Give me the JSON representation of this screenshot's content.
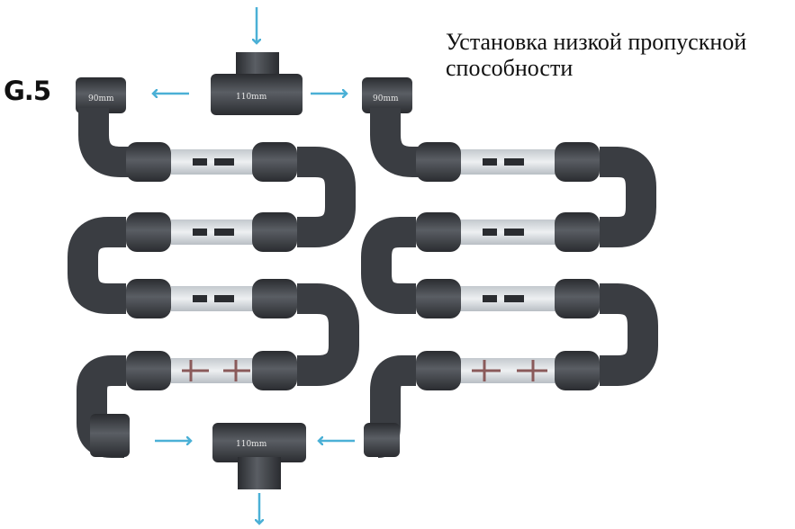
{
  "title": "Установка низкой пропускной способности",
  "figure_label": "G.5",
  "fittings": {
    "top_tee_label": "110mm",
    "bottom_tee_label": "110mm",
    "left_inlet_label": "90mm",
    "right_inlet_label": "90mm"
  },
  "colors": {
    "pipe": "#3a3d42",
    "pipe_dark": "#2a2c30",
    "arrow": "#4bb0d6",
    "tube": "#d6dade",
    "electrode": "#8a5a5a"
  },
  "flow": {
    "inlet": "top",
    "outlet": "bottom",
    "branches": 2,
    "tube_rows_per_branch": 4
  }
}
